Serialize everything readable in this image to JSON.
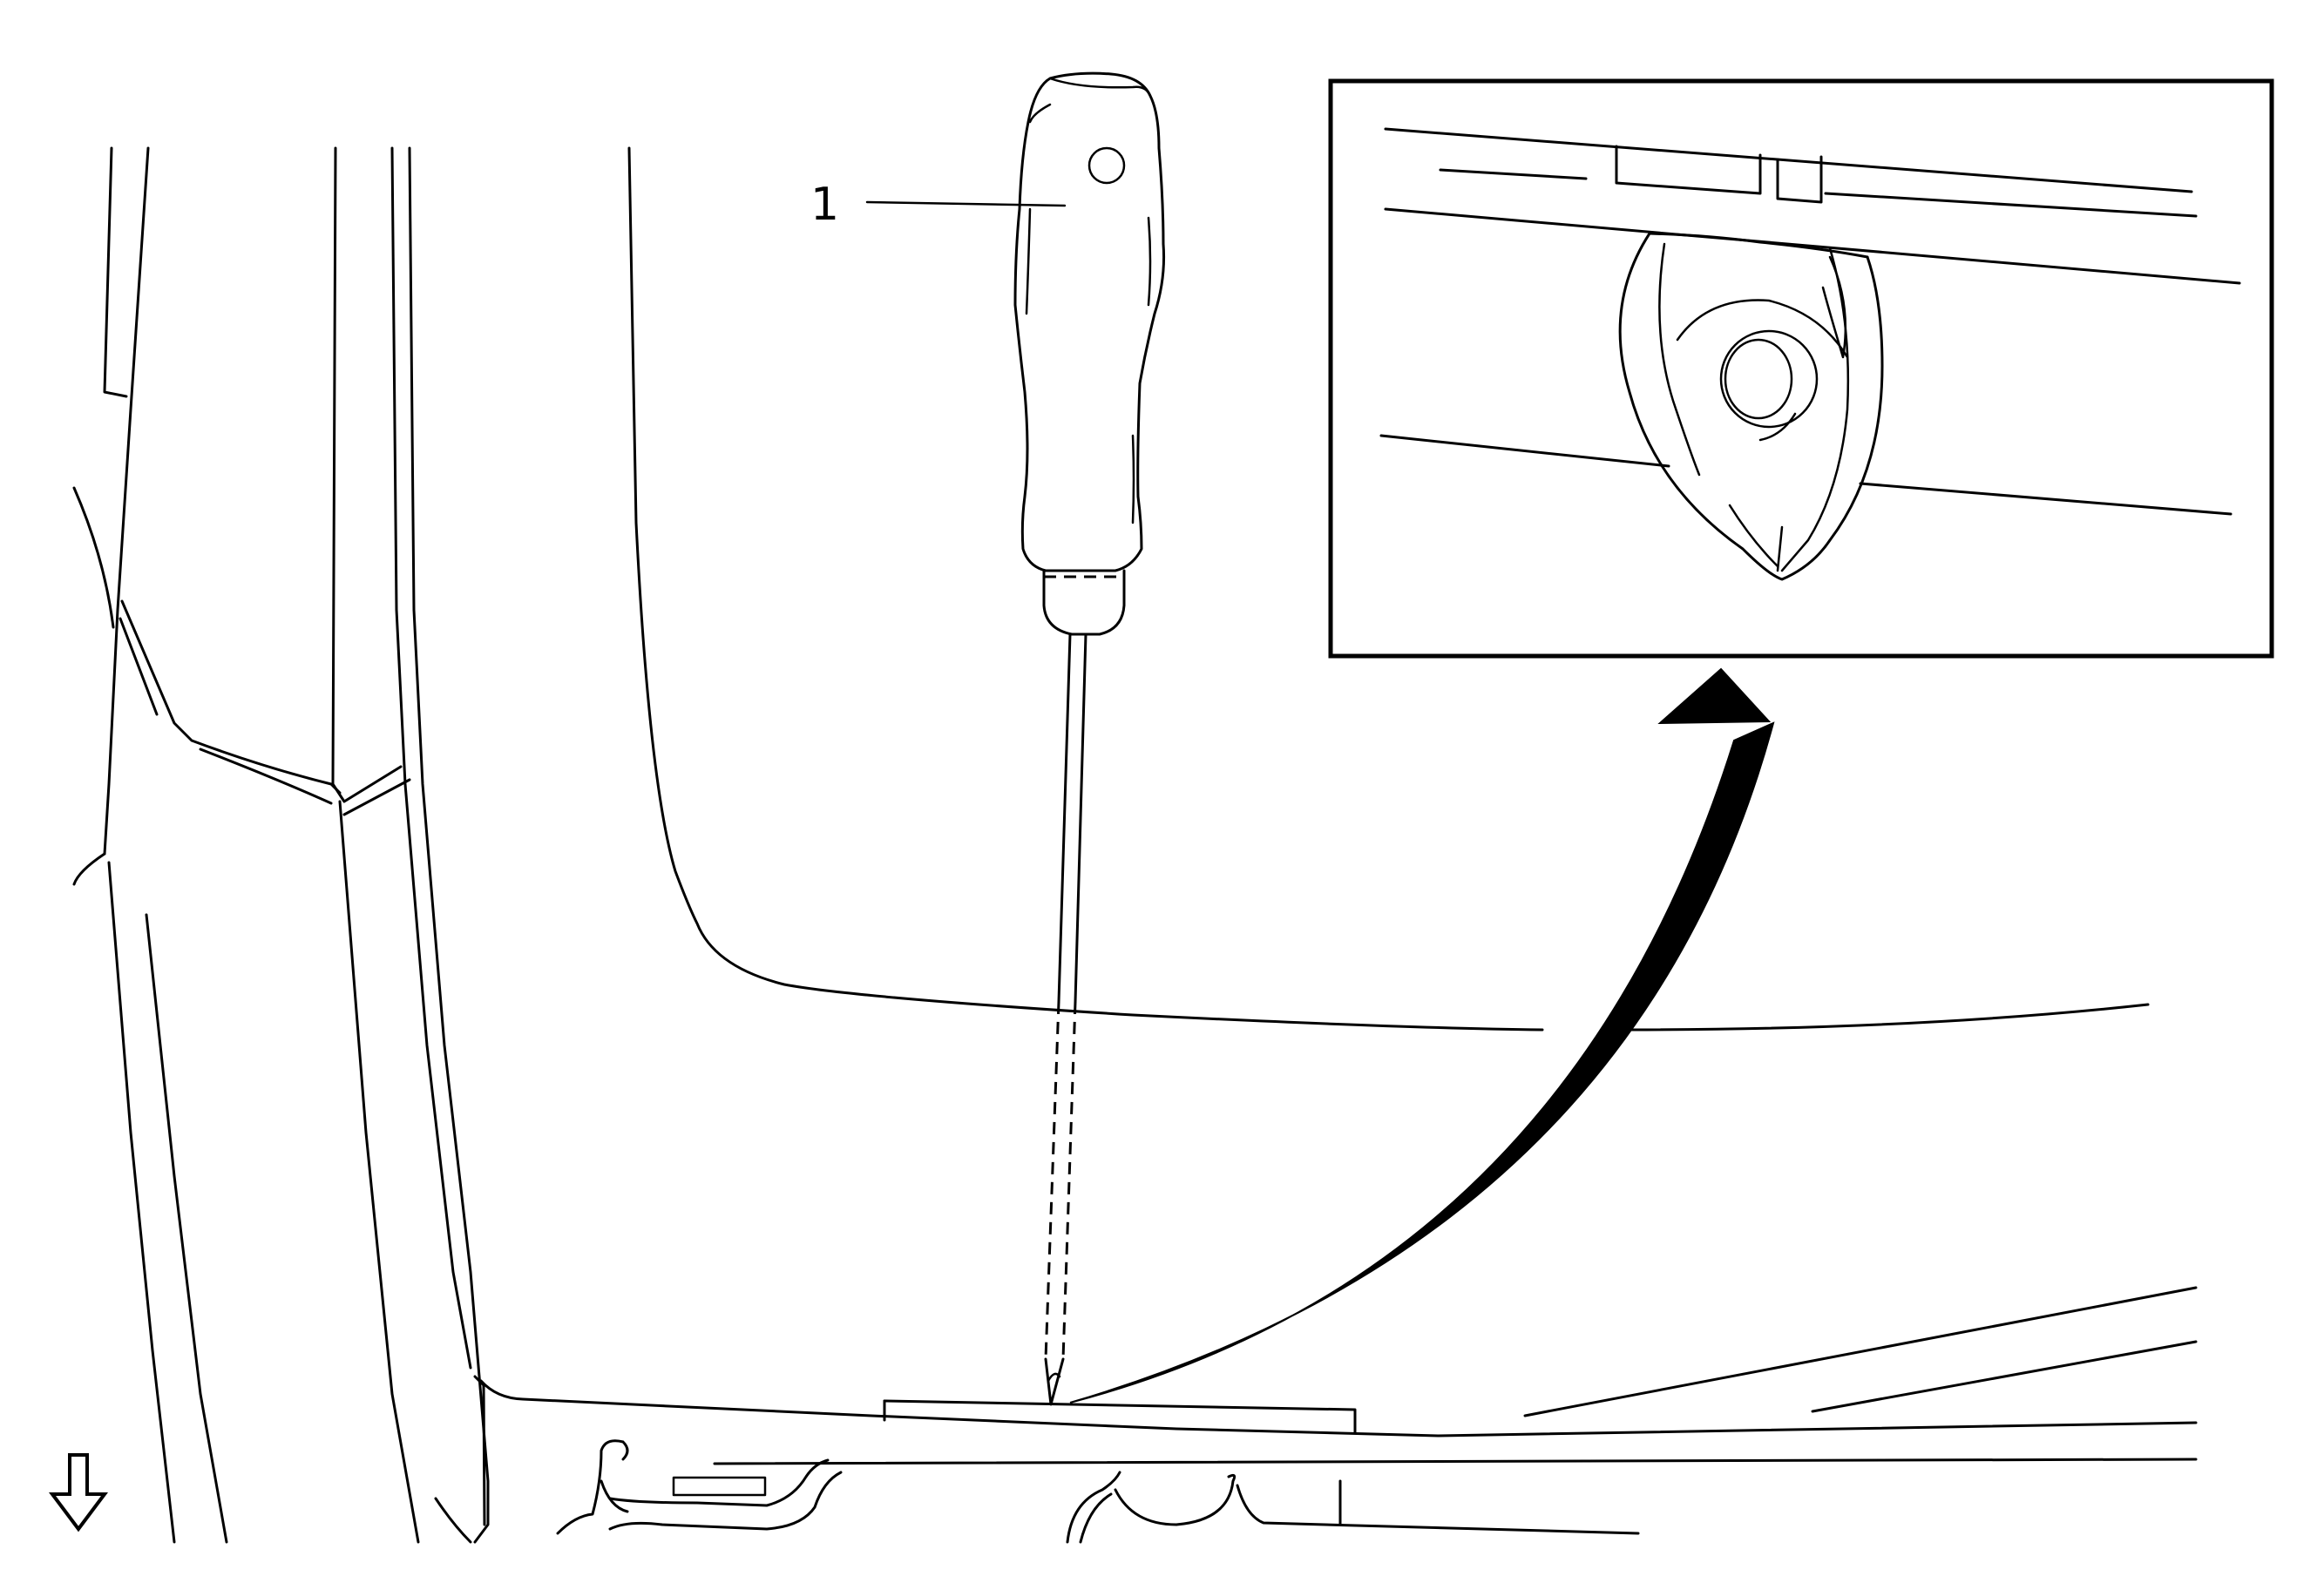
{
  "diagram": {
    "callouts": [
      {
        "id": "1",
        "label": "1",
        "target": "screwdriver"
      }
    ],
    "icons": {
      "direction_arrow": "down-arrow-icon",
      "magnify_arrow": "curved-arrow-icon"
    },
    "colors": {
      "ink": "#000000",
      "paper": "#ffffff"
    }
  }
}
